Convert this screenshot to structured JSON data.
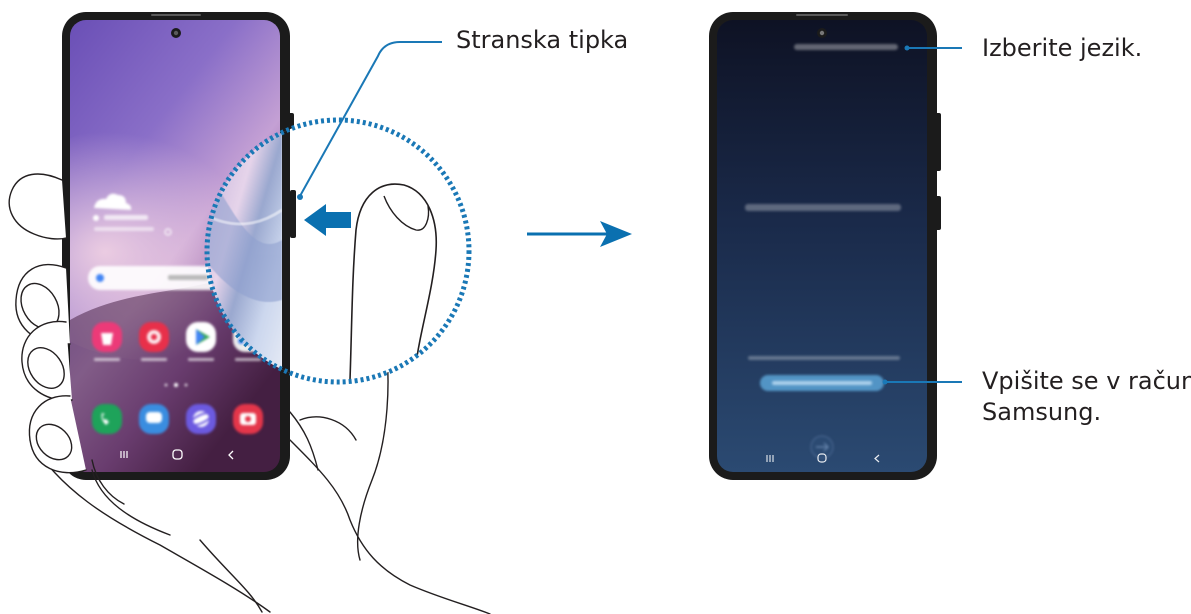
{
  "callouts": {
    "side_key": "Stranska tipka",
    "select_language": "Izberite jezik.",
    "sign_in_line1": "Vpišite se v račun",
    "sign_in_line2": "Samsung."
  },
  "colors": {
    "accent_blue": "#0a70b0",
    "callout_line": "#1a78b6",
    "phone_frame": "#1b1b1b",
    "outline": "#231f20"
  },
  "icons": {
    "home_apps": [
      "galaxy-store-icon",
      "gallery-icon",
      "play-store-icon",
      "google-folder-icon"
    ],
    "dock_apps": [
      "phone-icon",
      "messages-icon",
      "internet-icon",
      "camera-icon"
    ],
    "nav_keys": [
      "recents-key-icon",
      "home-key-icon",
      "back-key-icon"
    ]
  }
}
